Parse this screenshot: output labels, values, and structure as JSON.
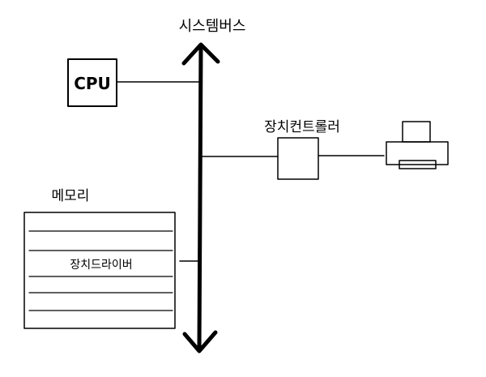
{
  "diagram": {
    "bus_label": "시스템버스",
    "cpu_label": "CPU",
    "controller_label": "장치컨트롤러",
    "memory_label": "메모리",
    "driver_label": "장치드라이버",
    "printer_icon": "printer-icon"
  }
}
